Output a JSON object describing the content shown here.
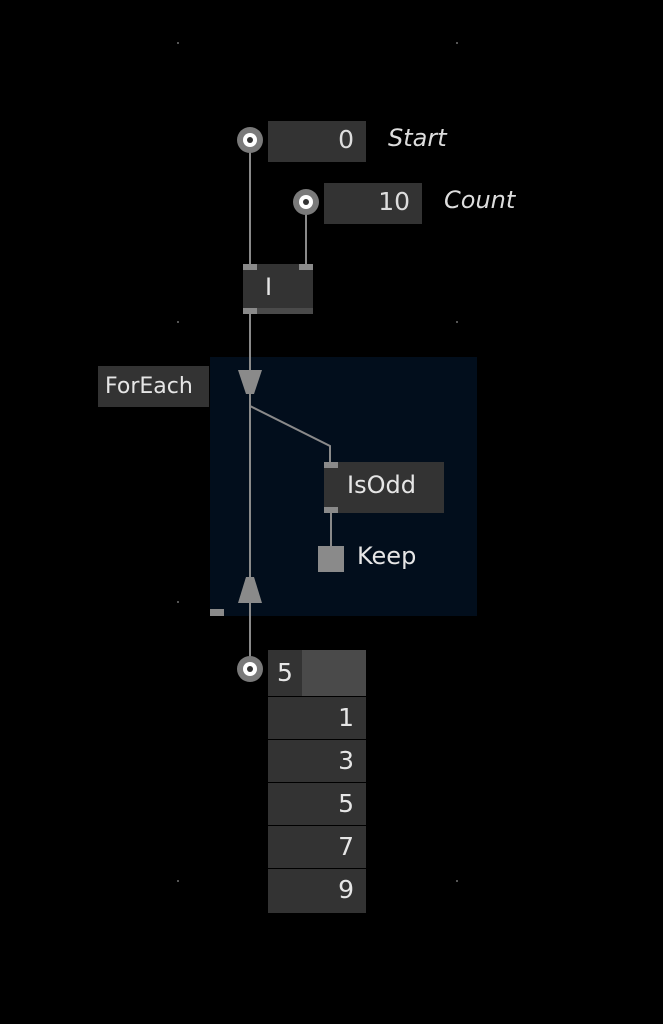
{
  "inputs": {
    "start": {
      "value": "0",
      "label": "Start"
    },
    "count": {
      "value": "10",
      "label": "Count"
    }
  },
  "range_node": {
    "label": "I"
  },
  "foreach": {
    "label": "ForEach"
  },
  "isodd_node": {
    "label": "IsOdd"
  },
  "keep": {
    "label": "Keep"
  },
  "output_list": {
    "count": "5",
    "items": [
      "1",
      "3",
      "5",
      "7",
      "9"
    ]
  },
  "colors": {
    "background": "#000000",
    "node": "#333333",
    "region": "#020e1c",
    "wire": "#8a8a8a"
  }
}
